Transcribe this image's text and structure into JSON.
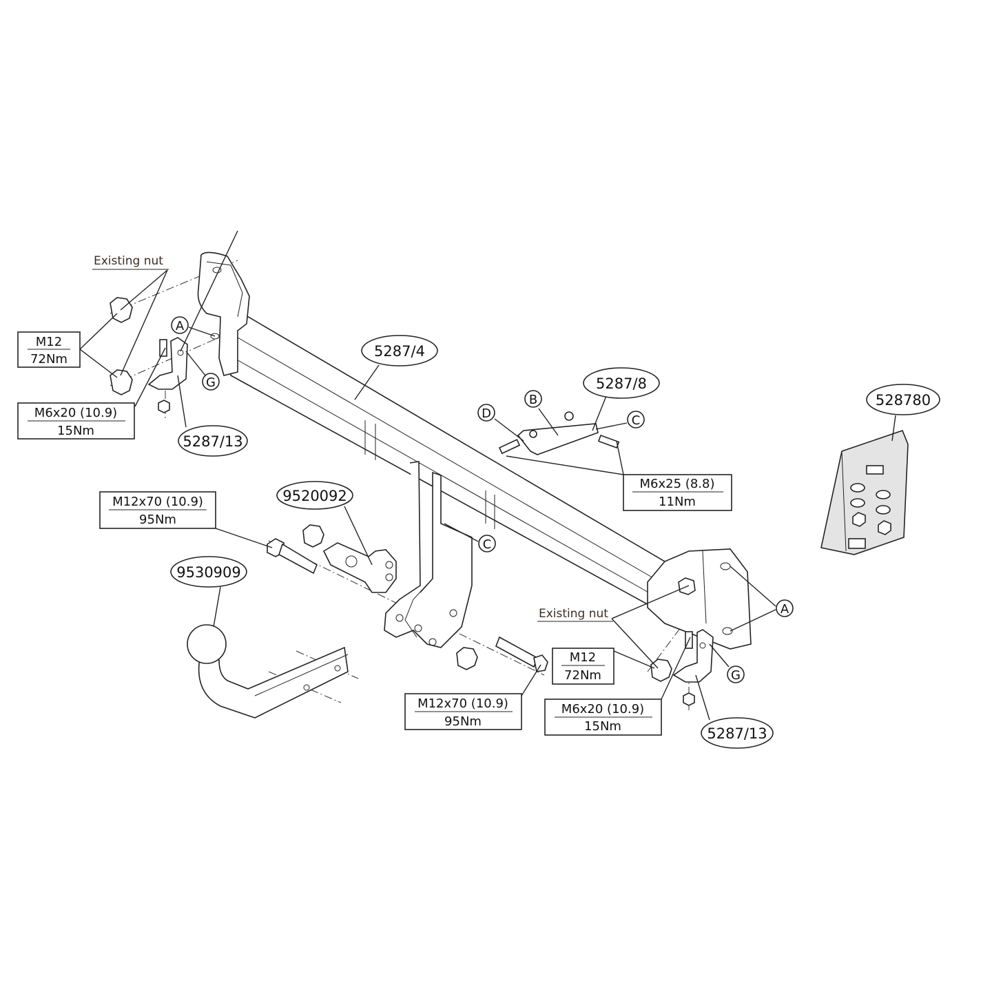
{
  "diagram": {
    "part_numbers": {
      "crossbar": "5287/4",
      "bracket_b": "5287/8",
      "fitting_kit": "528780",
      "angle_bracket_left": "5287/13",
      "angle_bracket_right": "5287/13",
      "socket_plate": "9520092",
      "tow_ball": "9530909"
    },
    "notes": {
      "existing_nut_left": "Existing nut",
      "existing_nut_right": "Existing nut"
    },
    "specs": {
      "m12_left": {
        "size": "M12",
        "torque": "72Nm"
      },
      "m6x20_left": {
        "size": "M6x20 (10.9)",
        "torque": "15Nm"
      },
      "m6x25": {
        "size": "M6x25 (8.8)",
        "torque": "11Nm"
      },
      "m12x70_left": {
        "size": "M12x70 (10.9)",
        "torque": "95Nm"
      },
      "m12x70_right": {
        "size": "M12x70 (10.9)",
        "torque": "95Nm"
      },
      "m12_right": {
        "size": "M12",
        "torque": "72Nm"
      },
      "m6x20_right": {
        "size": "M6x20 (10.9)",
        "torque": "15Nm"
      }
    },
    "markers": {
      "a_left": "A",
      "g_left": "G",
      "b": "B",
      "d": "D",
      "c_top": "C",
      "c_mid": "C",
      "a_right": "A",
      "g_right": "G"
    }
  }
}
